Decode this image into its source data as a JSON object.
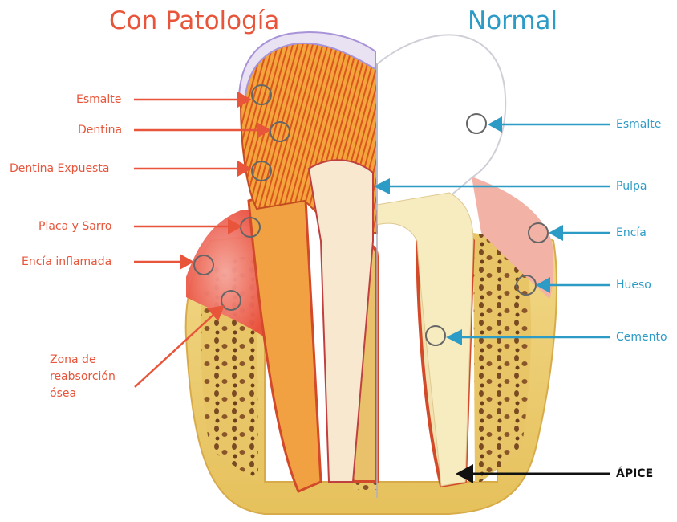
{
  "colors": {
    "pathology": "#e8553a",
    "normal": "#2c9bc6",
    "apex": "#111111"
  },
  "titles": {
    "pathology": "Con Patología",
    "normal": "Normal"
  },
  "labels_pathology": [
    "Esmalte",
    "Dentina",
    "Dentina Expuesta",
    "Placa y Sarro",
    "Encía inflamada",
    "Zona de reabsorción ósea"
  ],
  "labels_normal": [
    "Esmalte",
    "Pulpa",
    "Encía",
    "Hueso",
    "Cemento"
  ],
  "label_apex": "ÁPICE"
}
